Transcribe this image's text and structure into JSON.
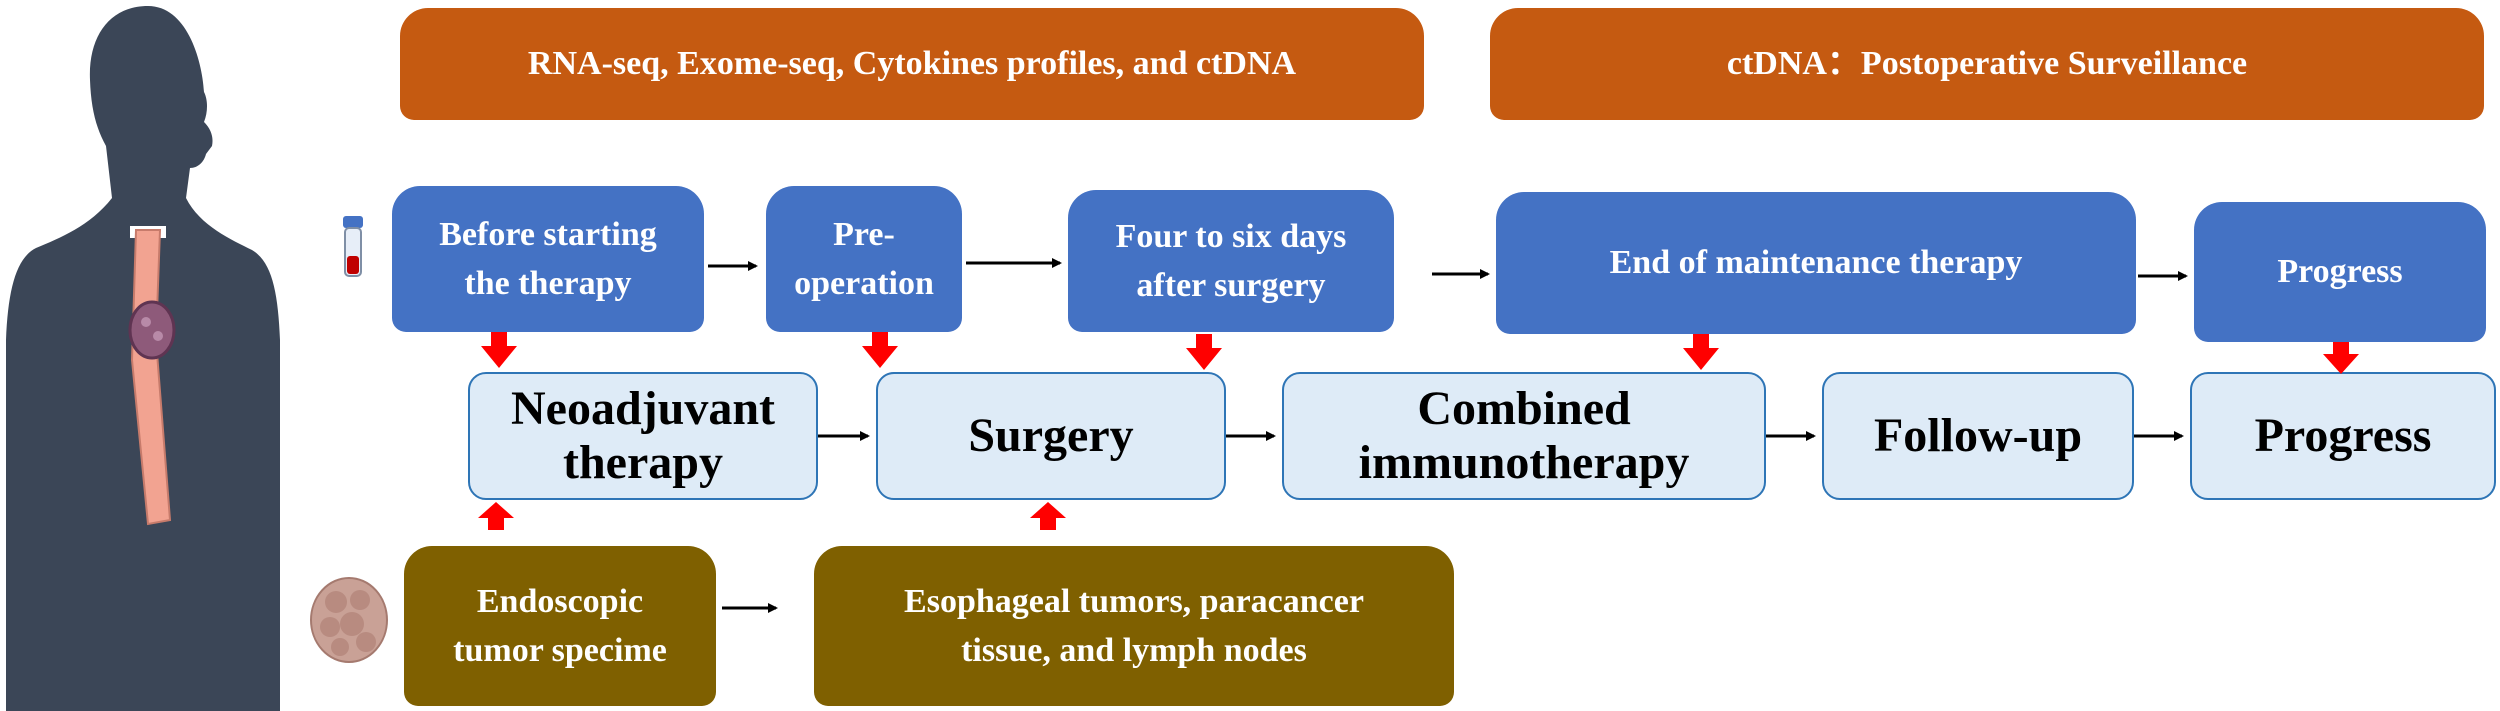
{
  "top_labels": {
    "omics": "RNA-seq, Exome-seq, Cytokines profiles, and ctDNA",
    "surveillance": "ctDNA：Postoperative Surveillance"
  },
  "sampling_points": [
    "Before starting\nthe therapy",
    "Pre-\noperation",
    "Four to six days\nafter surgery",
    "End of maintenance therapy",
    "Progress"
  ],
  "stages": [
    "Neoadjuvant\ntherapy",
    "Surgery",
    "Combined\nimmunotherapy",
    "Follow-up",
    "Progress"
  ],
  "tissue_samples": [
    "Endoscopic\ntumor specime",
    "Esophageal tumors, paracancer\ntissue, and lymph nodes"
  ],
  "colors": {
    "orange": "#c55a11",
    "blue": "#4472c4",
    "light_blue": "#deebf7",
    "olive": "#7f6000",
    "red_arrow": "#ff0000",
    "figure": "#3b4657"
  },
  "icons": [
    "human-silhouette-icon",
    "blood-tube-icon",
    "tissue-sample-icon"
  ]
}
